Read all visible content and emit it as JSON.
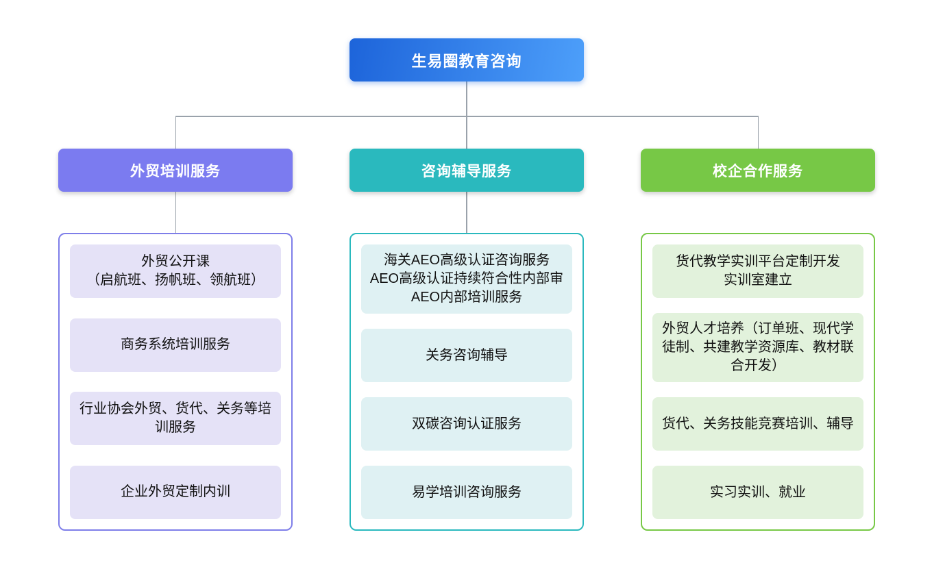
{
  "page": {
    "background": "#ffffff",
    "connector_color": "#9aa2ab"
  },
  "root": {
    "label": "生易圈教育咨询",
    "gradient_from": "#1d64da",
    "gradient_to": "#4d9ffa",
    "text_color": "#ffffff"
  },
  "branches": [
    {
      "label": "外贸培训服务",
      "header_color": "#7b7bf0",
      "border_color": "#7e7ee9",
      "item_bg": "#e5e2f7",
      "items": [
        {
          "lines": [
            "外贸公开课",
            "（启航班、扬帆班、领航班）"
          ]
        },
        {
          "lines": [
            "商务系统培训服务"
          ]
        },
        {
          "lines": [
            "行业协会外贸、货代、关务等培训服务"
          ]
        },
        {
          "lines": [
            "企业外贸定制内训"
          ]
        }
      ]
    },
    {
      "label": "咨询辅导服务",
      "header_color": "#2ab9be",
      "border_color": "#2ab9be",
      "item_bg": "#dff1f3",
      "items": [
        {
          "lines": [
            "海关AEO高级认证咨询服务",
            "AEO高级认证持续符合性内部审",
            "AEO内部培训服务"
          ]
        },
        {
          "lines": [
            "关务咨询辅导"
          ]
        },
        {
          "lines": [
            "双碳咨询认证服务"
          ]
        },
        {
          "lines": [
            "易学培训咨询服务"
          ]
        }
      ]
    },
    {
      "label": "校企合作服务",
      "header_color": "#77c846",
      "border_color": "#77c846",
      "item_bg": "#e2f2dc",
      "items": [
        {
          "lines": [
            "货代教学实训平台定制开发",
            "实训室建立"
          ]
        },
        {
          "lines": [
            "外贸人才培养（订单班、现代学徒制、共建教学资源库、教材联合开发）"
          ]
        },
        {
          "lines": [
            "货代、关务技能竞赛培训、辅导"
          ]
        },
        {
          "lines": [
            "实习实训、就业"
          ]
        }
      ]
    }
  ]
}
